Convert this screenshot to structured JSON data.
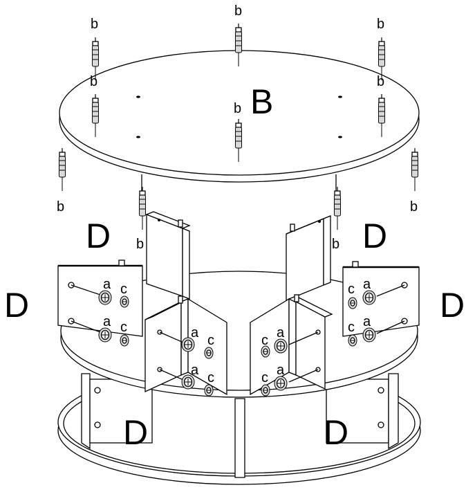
{
  "part_labels": {
    "top_board": "B",
    "side_panel": "D",
    "dowel": "b",
    "cam_lock": "a",
    "cam_bolt": "c"
  }
}
